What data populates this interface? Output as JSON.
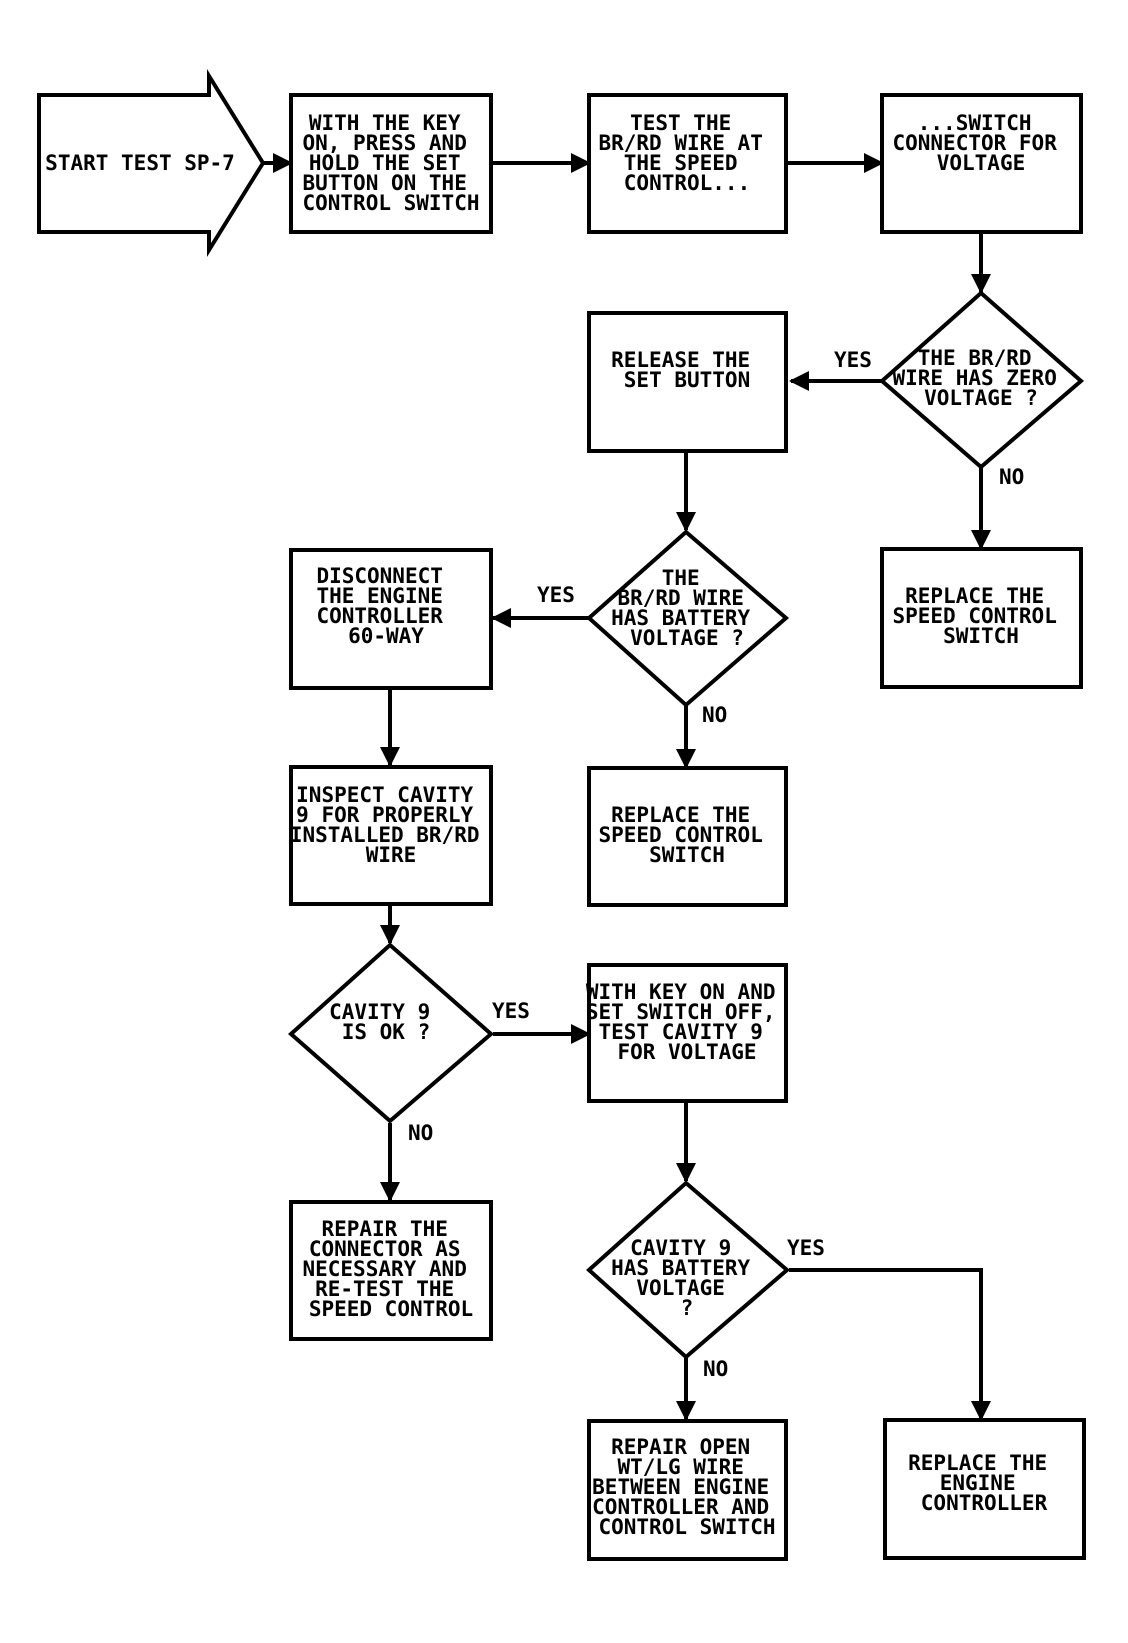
{
  "diagram": {
    "nodes": {
      "start": [
        "START TEST SP-7"
      ],
      "step_key_on": [
        "WITH THE KEY",
        "ON, PRESS AND",
        "HOLD THE SET",
        "BUTTON ON THE",
        "CONTROL SWITCH"
      ],
      "step_test_wire": [
        "TEST THE",
        "BR/RD WIRE AT",
        "THE SPEED",
        "CONTROL..."
      ],
      "step_switch_connector": [
        "...SWITCH",
        "CONNECTOR FOR",
        "VOLTAGE"
      ],
      "decision_zero_voltage": [
        "THE BR/RD",
        "WIRE HAS ZERO",
        "VOLTAGE ?"
      ],
      "step_release_set": [
        "RELEASE THE",
        "SET BUTTON"
      ],
      "action_replace_switch_1": [
        "REPLACE THE",
        "SPEED CONTROL",
        "SWITCH"
      ],
      "decision_battery_voltage": [
        "THE",
        "BR/RD WIRE",
        "HAS BATTERY",
        "VOLTAGE ?"
      ],
      "step_disconnect": [
        "DISCONNECT",
        "THE ENGINE",
        "CONTROLLER",
        "60-WAY"
      ],
      "action_replace_switch_2": [
        "REPLACE THE",
        "SPEED CONTROL",
        "SWITCH"
      ],
      "step_inspect_cavity": [
        "INSPECT CAVITY",
        "9 FOR PROPERLY",
        "INSTALLED BR/RD",
        "WIRE"
      ],
      "decision_cavity_ok": [
        "CAVITY 9",
        "IS OK ?"
      ],
      "step_test_cavity": [
        "WITH KEY ON AND",
        "SET SWITCH OFF,",
        "TEST CAVITY 9",
        "FOR VOLTAGE"
      ],
      "action_repair_connector": [
        "REPAIR THE",
        "CONNECTOR AS",
        "NECESSARY AND",
        "RE-TEST THE",
        "SPEED CONTROL"
      ],
      "decision_cavity_battery": [
        "CAVITY 9",
        "HAS BATTERY",
        "VOLTAGE",
        "?"
      ],
      "action_repair_open_wire": [
        "REPAIR OPEN",
        "WT/LG WIRE",
        "BETWEEN ENGINE",
        "CONTROLLER AND",
        "CONTROL SWITCH"
      ],
      "action_replace_controller": [
        "REPLACE THE",
        "ENGINE",
        "CONTROLLER"
      ]
    },
    "edge_labels": {
      "zero_yes": "YES",
      "zero_no": "NO",
      "battery_yes": "YES",
      "battery_no": "NO",
      "cavity_ok_yes": "YES",
      "cavity_ok_no": "NO",
      "cavity_battery_yes": "YES",
      "cavity_battery_no": "NO"
    }
  }
}
